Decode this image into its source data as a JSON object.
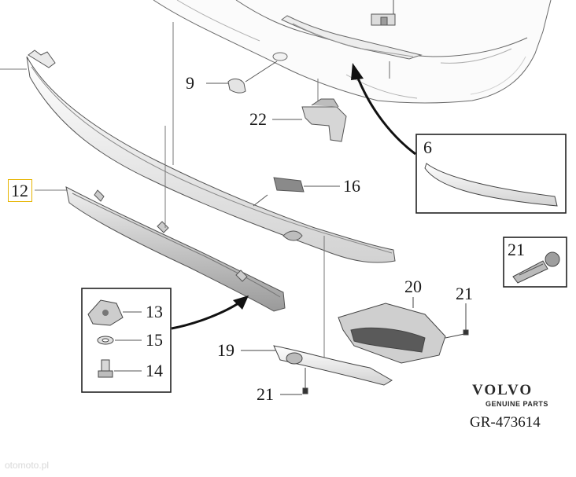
{
  "callouts": {
    "p9": "9",
    "p22": "22",
    "p12": "12",
    "p16": "16",
    "p6": "6",
    "p21_box": "21",
    "p20": "20",
    "p21_right": "21",
    "p13": "13",
    "p15": "15",
    "p14": "14",
    "p19": "19",
    "p21_bottom": "21"
  },
  "brand": {
    "name": "VOLVO",
    "subtitle": "GENUINE PARTS"
  },
  "reference": "GR-473614",
  "watermark": "otomoto.pl"
}
